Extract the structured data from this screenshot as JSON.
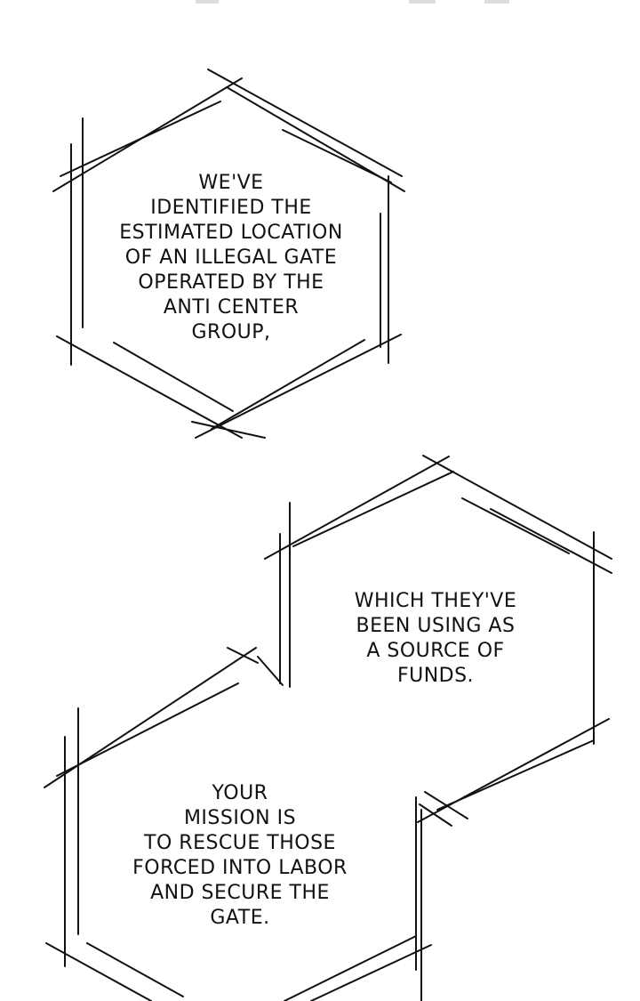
{
  "bubbles": [
    {
      "lines": [
        "WE'VE",
        "IDENTIFIED THE",
        "ESTIMATED LOCATION",
        "OF AN ILLEGAL GATE",
        "OPERATED BY THE",
        "ANTI CENTER",
        "GROUP,"
      ]
    },
    {
      "lines": [
        "WHICH THEY'VE",
        "BEEN USING AS",
        "A SOURCE OF",
        "FUNDS."
      ]
    },
    {
      "lines": [
        "YOUR",
        "MISSION IS",
        "TO RESCUE THOSE",
        "FORCED INTO LABOR",
        "AND SECURE THE",
        "GATE."
      ]
    }
  ],
  "colors": {
    "background": "#ffffff",
    "ink": "#111111"
  }
}
